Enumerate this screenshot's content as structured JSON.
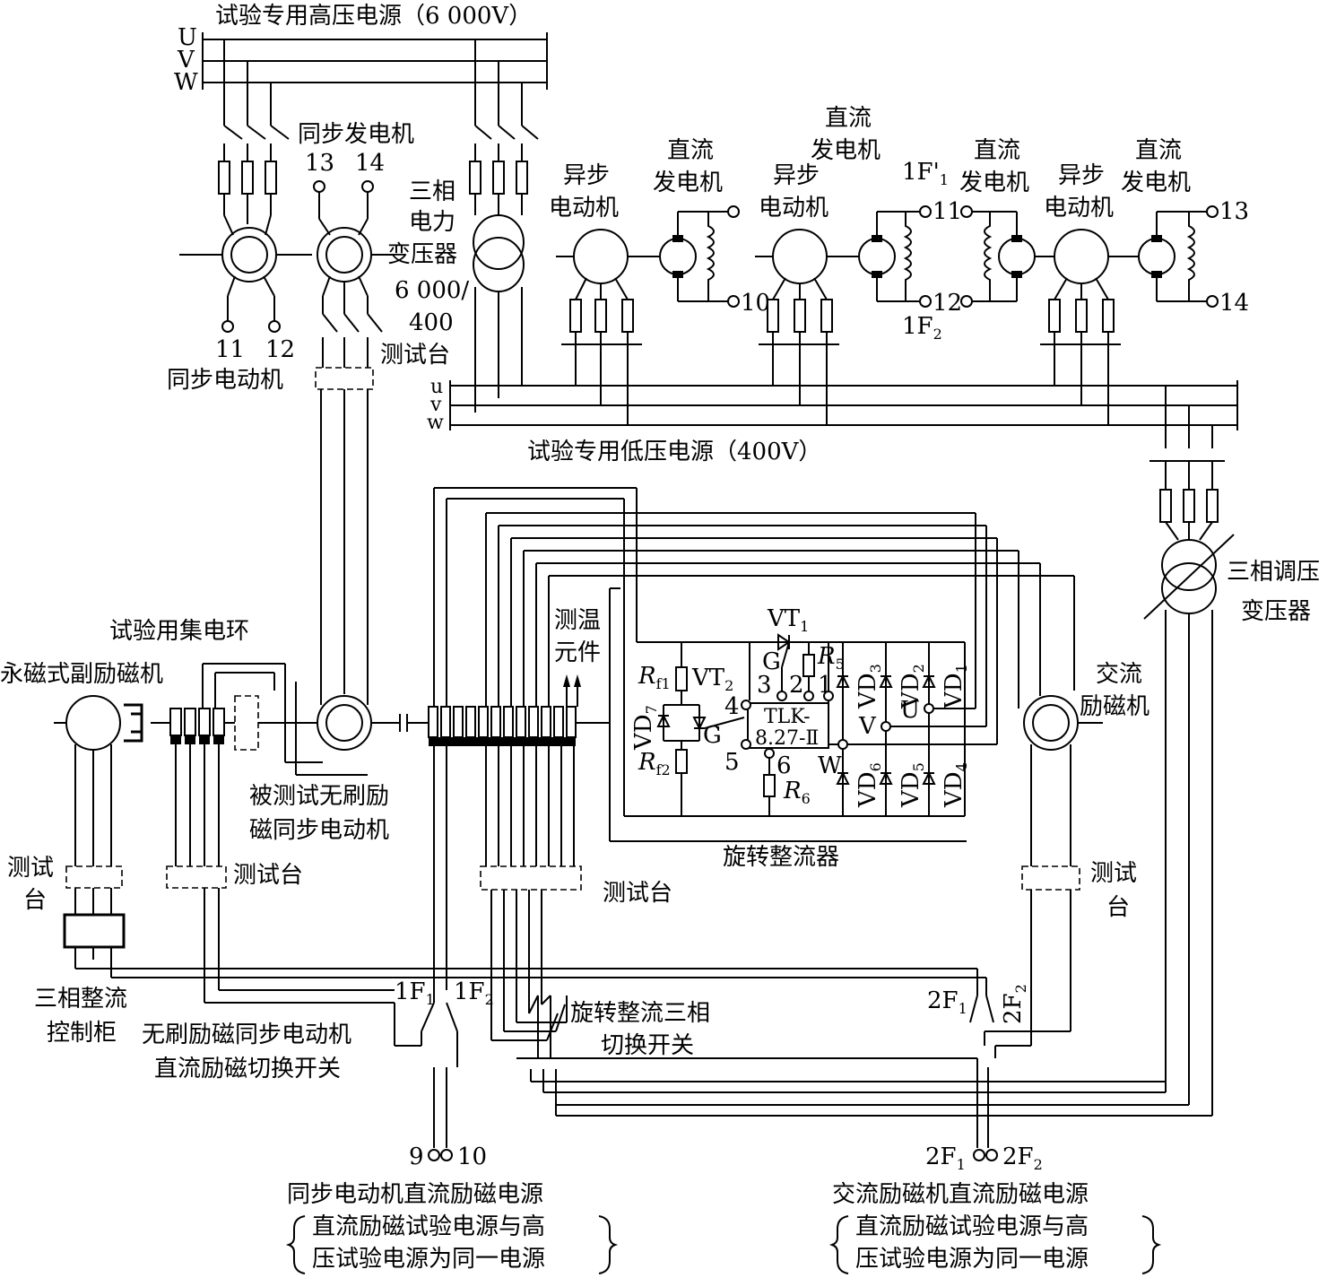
{
  "title": "试验专用高压电源（6 000V）",
  "low_voltage_title": "试验专用低压电源（400V）",
  "phases_hv": [
    "U",
    "V",
    "W"
  ],
  "phases_lv": [
    "u",
    "v",
    "w"
  ],
  "labels": {
    "sync_gen": "同步发电机",
    "t13": "13",
    "t14": "14",
    "t11": "11",
    "t12": "12",
    "sync_motor": "同步电动机",
    "transformer_l1": "三相",
    "transformer_l2": "电力",
    "transformer_l3": "变压器",
    "transformer_l4": "6 000/",
    "transformer_l5": "400",
    "test_bench": "测试台",
    "async_l1": "异步",
    "async_l2": "电动机",
    "dcgen_l1": "直流",
    "dcgen_l2": "发电机",
    "t10": "10",
    "t11b": "11",
    "t12b": "12",
    "t13b": "13",
    "t14b": "14",
    "f1p": "1F'",
    "f1p_sub": "1",
    "f2": "1F",
    "f2_sub": "2",
    "slip_ring": "试验用集电环",
    "pm_exciter": "永磁式副励磁机",
    "motor_under_test_l1": "被测试无刷励",
    "motor_under_test_l2": "磁同步电动机",
    "temp_l1": "测温",
    "temp_l2": "元件",
    "rot_rect": "旋转整流器",
    "ac_exciter_l1": "交流",
    "ac_exciter_l2": "励磁机",
    "regtrans_l1": "三相调压",
    "regtrans_l2": "变压器",
    "test_l1": "测试",
    "test_l2": "台",
    "rect_cab_l1": "三相整流",
    "rect_cab_l2": "控制柜",
    "switch1_l1": "无刷励磁同步电动机",
    "switch1_l2": "直流励磁切换开关",
    "switch2_l1": "旋转整流三相",
    "switch2_l2": "切换开关",
    "sw_1f1": "1F",
    "sw_1f1_sub": "1",
    "sw_1f2": "1F",
    "sw_1f2_sub": "2",
    "sw_2f1": "2F",
    "sw_2f1_sub": "1",
    "sw_2f2": "2F",
    "sw_2f2_sub": "2",
    "t9": "9",
    "t10b": "10",
    "t2f1": "2F",
    "t2f1_sub": "1",
    "t2f2": "2F",
    "t2f2_sub": "2",
    "src1_title": "同步电动机直流励磁电源",
    "src1_l1": "直流励磁试验电源与高",
    "src1_l2": "压试验电源为同一电源",
    "src2_title": "交流励磁机直流励磁电源",
    "src2_l1": "直流励磁试验电源与高",
    "src2_l2": "压试验电源为同一电源",
    "vt1": "VT",
    "vt1_sub": "1",
    "vt2": "VT",
    "vt2_sub": "2",
    "rf1": "R",
    "rf1_sub": "f1",
    "rf2": "R",
    "rf2_sub": "f2",
    "r5": "R",
    "r5_sub": "5",
    "r6": "R",
    "r6_sub": "6",
    "vd7": "VD",
    "vd7_sub": "7",
    "vd1": "VD",
    "vd1_sub": "1",
    "vd2": "VD",
    "vd2_sub": "2",
    "vd3": "VD",
    "vd3_sub": "3",
    "vd4": "VD",
    "vd4_sub": "4",
    "vd5": "VD",
    "vd5_sub": "5",
    "vd6": "VD",
    "vd6_sub": "6",
    "g1": "G",
    "g2": "G",
    "tlk_l1": "TLK-",
    "tlk_l2": "8.27-Ⅱ",
    "n1": "1",
    "n2": "2",
    "n3": "3",
    "n4": "4",
    "n5": "5",
    "n6": "6",
    "u": "U",
    "v": "V",
    "w": "W"
  }
}
